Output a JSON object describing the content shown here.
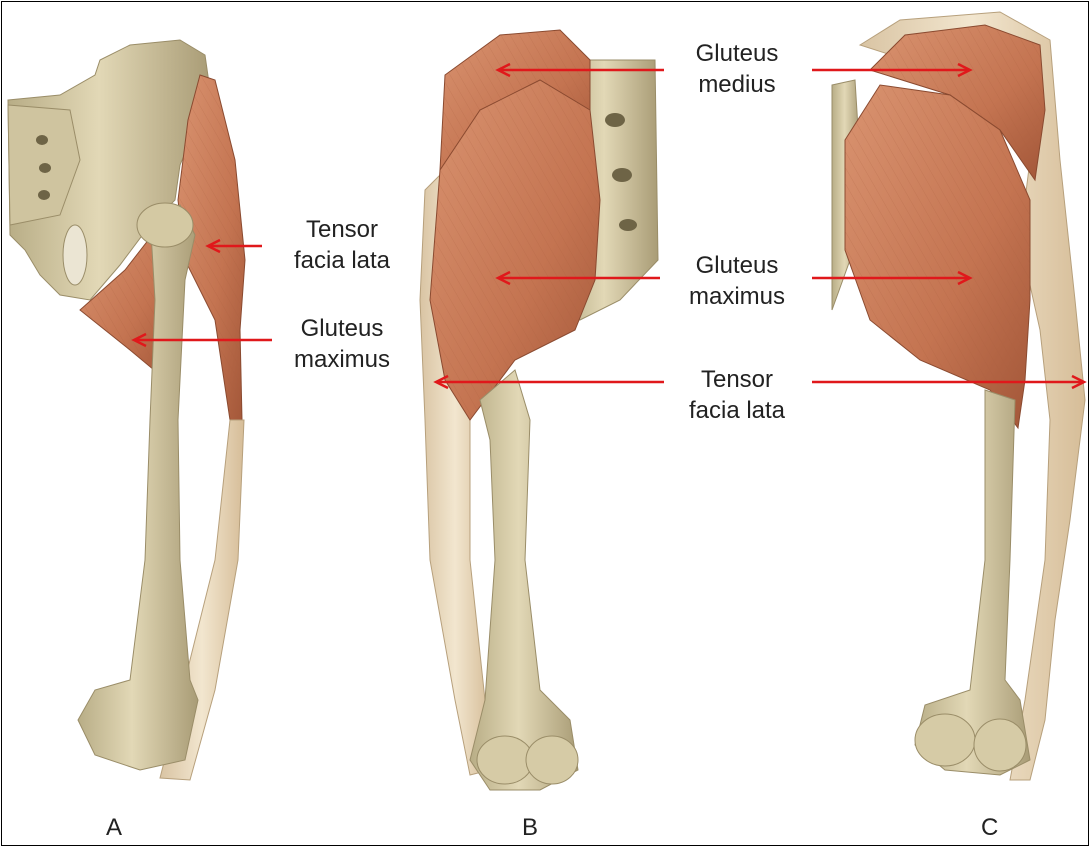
{
  "colors": {
    "bone": "#d8ceaa",
    "bone_shadow": "#a99c76",
    "muscle": "#c87a55",
    "muscle_dark": "#9d5236",
    "fascia": "#ead9bf",
    "arrow": "#e0181b",
    "frame": "#000000"
  },
  "panels": [
    "A",
    "B",
    "C"
  ],
  "labels": {
    "a_tensor": [
      "Tensor",
      "facia lata"
    ],
    "a_gluteus_max": [
      "Gluteus",
      "maximus"
    ],
    "gluteus_medius": [
      "Gluteus",
      "medius"
    ],
    "gluteus_maximus": [
      "Gluteus",
      "maximus"
    ],
    "tensor": [
      "Tensor",
      "facia lata"
    ]
  }
}
